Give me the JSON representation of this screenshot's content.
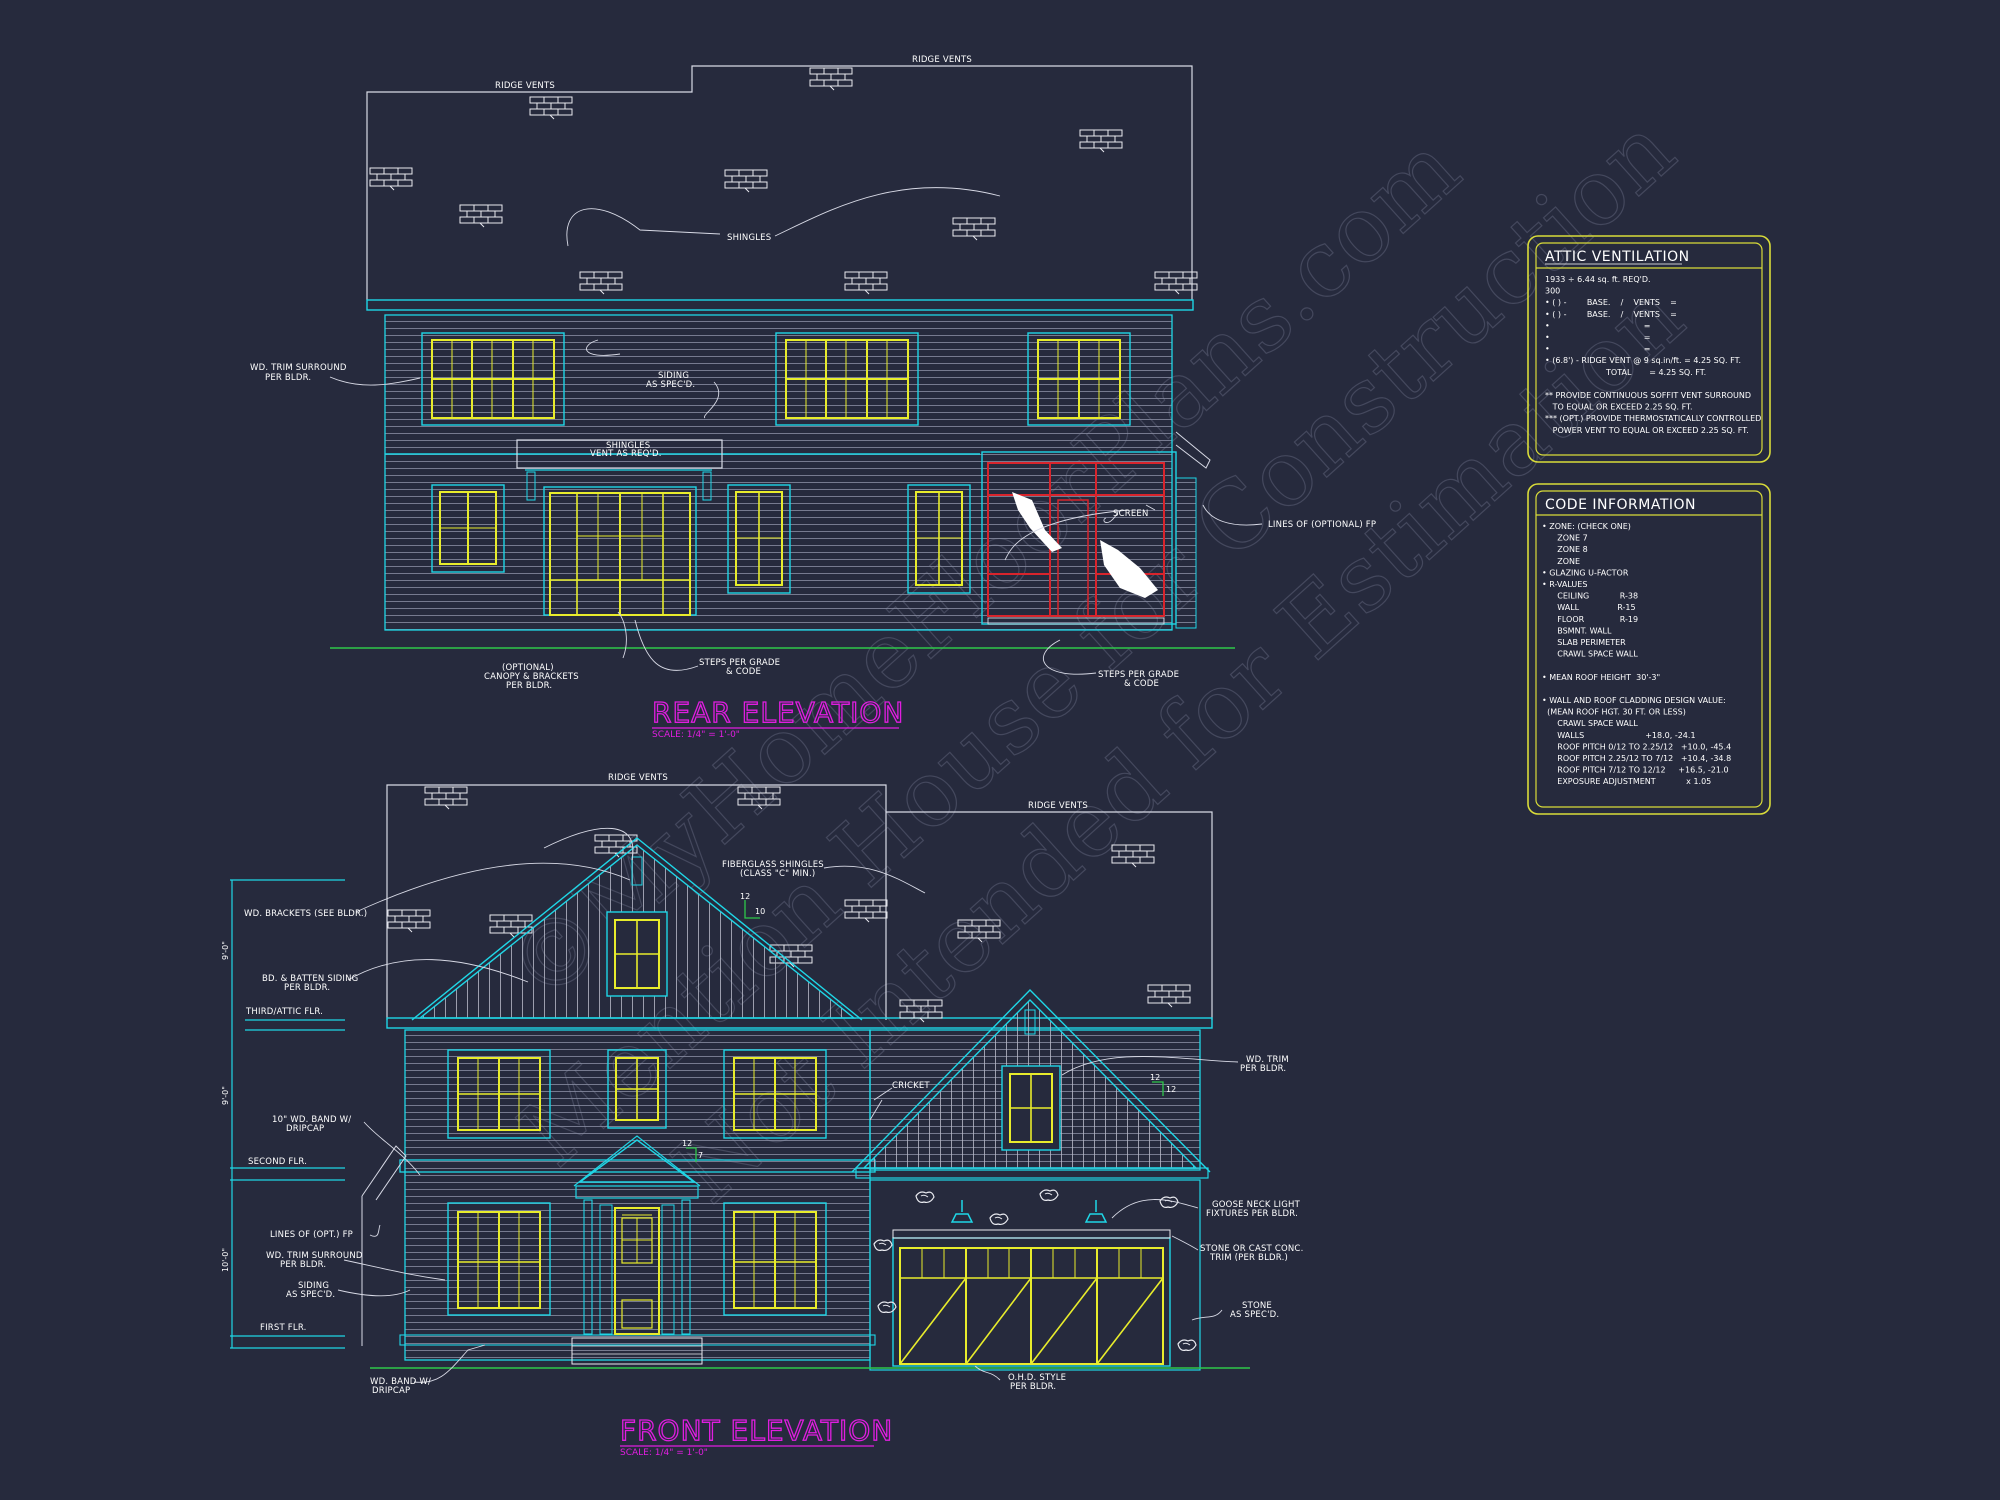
{
  "watermark": {
    "line1": "©MyHomeFloorPlans.com",
    "line2": "Mention House for Construction",
    "line3": "Not Intended for Estimation"
  },
  "rear_elevation": {
    "title": "REAR ELEVATION",
    "scale": "SCALE: 1/4\" = 1'-0\"",
    "notes": {
      "ridge_vents_left": "RIDGE VENTS",
      "ridge_vents_right": "RIDGE VENTS",
      "shingles": "SHINGLES",
      "trim_surround": [
        "WD. TRIM SURROUND",
        "PER BLDR."
      ],
      "siding": [
        "SIDING",
        "AS SPEC'D."
      ],
      "shingles_vent": [
        "SHINGLES",
        "VENT AS REQ'D."
      ],
      "screen": "SCREEN",
      "lines_fp": "LINES OF (OPTIONAL) FP",
      "canopy": [
        "(OPTIONAL)",
        "CANOPY & BRACKETS",
        "PER BLDR."
      ],
      "steps_center": [
        "STEPS PER GRADE",
        "& CODE"
      ],
      "steps_right": [
        "STEPS PER GRADE",
        "& CODE"
      ]
    }
  },
  "front_elevation": {
    "title": "FRONT ELEVATION",
    "scale": "SCALE: 1/4\" = 1'-0\"",
    "notes": {
      "ridge_vents_left": "RIDGE VENTS",
      "ridge_vents_right": "RIDGE VENTS",
      "fiberglass": [
        "FIBERGLASS SHINGLES",
        "(CLASS \"C\" MIN.)"
      ],
      "brackets": "WD. BRACKETS (SEE BLDR.)",
      "bd_batten": [
        "BD. & BATTEN SIDING",
        "PER BLDR."
      ],
      "third_flr": "THIRD/ATTIC FLR.",
      "band": [
        "10\" WD. BAND W/",
        "DRIPCAP"
      ],
      "second_flr": "SECOND FLR.",
      "lines_fp": "LINES OF (OPT.) FP",
      "trim_surround": [
        "WD. TRIM SURROUND",
        "PER BLDR."
      ],
      "siding": [
        "SIDING",
        "AS SPEC'D."
      ],
      "first_flr": "FIRST FLR.",
      "band_bottom": [
        "WD. BAND W/",
        "DRIPCAP"
      ],
      "cricket": "CRICKET",
      "wd_trim": [
        "WD. TRIM",
        "PER BLDR."
      ],
      "goose_neck": [
        "GOOSE NECK LIGHT",
        "FIXTURES PER BLDR."
      ],
      "stone_trim": [
        "STONE OR CAST CONC.",
        "TRIM (PER BLDR.)"
      ],
      "stone": [
        "STONE",
        "AS SPEC'D."
      ],
      "ohd": [
        "O.H.D. STYLE",
        "PER BLDR."
      ],
      "pitch_a": [
        "12",
        "10"
      ],
      "pitch_b": [
        "12",
        "7"
      ],
      "pitch_c": [
        "12",
        "12"
      ],
      "dim_top": "9'-0\"",
      "dim_mid": "9'-0\"",
      "dim_bot": "10'-0\""
    }
  },
  "attic_ventilation": {
    "title": "ATTIC VENTILATION",
    "lines": [
      "1933 ÷ 6.44 sq. ft. REQ'D.",
      "300",
      "• ( ) -        BASE.    /    VENTS    =",
      "• ( ) -        BASE.    /    VENTS    =",
      "•                                     =",
      "•                                     =",
      "•                                     =",
      "• (6.8') - RIDGE VENT @ 9 sq.in/ft. = 4.25 SQ. FT.",
      "                        TOTAL       = 4.25 SQ. FT.",
      "",
      "** PROVIDE CONTINUOUS SOFFIT VENT SURROUND",
      "   TO EQUAL OR EXCEED 2.25 SQ. FT.",
      "*** (OPT.) PROVIDE THERMOSTATICALLY CONTROLLED",
      "   POWER VENT TO EQUAL OR EXCEED 2.25 SQ. FT."
    ]
  },
  "code_information": {
    "title": "CODE INFORMATION",
    "lines": [
      "• ZONE: (CHECK ONE)",
      "      ZONE 7",
      "      ZONE 8",
      "      ZONE",
      "• GLAZING U-FACTOR",
      "• R-VALUES",
      "      CEILING            R-38",
      "      WALL               R-15",
      "      FLOOR              R-19",
      "      BSMNT. WALL",
      "      SLAB PERIMETER",
      "      CRAWL SPACE WALL",
      "",
      "• MEAN ROOF HEIGHT  30'-3\"",
      "",
      "• WALL AND ROOF CLADDING DESIGN VALUE:",
      "  (MEAN ROOF HGT. 30 FT. OR LESS)",
      "      CRAWL SPACE WALL",
      "      WALLS                        +18.0, -24.1",
      "      ROOF PITCH 0/12 TO 2.25/12   +10.0, -45.4",
      "      ROOF PITCH 2.25/12 TO 7/12   +10.4, -34.8",
      "      ROOF PITCH 7/12 TO 12/12     +16.5, -21.0",
      "      EXPOSURE ADJUSTMENT            x 1.05"
    ]
  },
  "colors": {
    "background": "#262a3d",
    "linework": "#d8dae6",
    "cyan": "#1fd6e6",
    "yellow": "#e8ec2c",
    "magenta": "#e01ee0",
    "red": "#d8242c",
    "green": "#2ec84a",
    "olive": "#d9dc3a"
  }
}
